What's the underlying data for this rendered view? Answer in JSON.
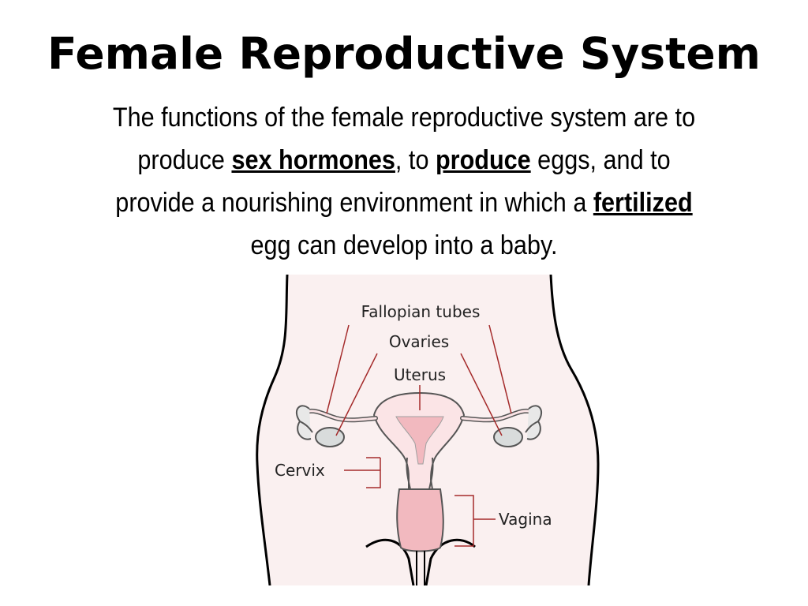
{
  "slide": {
    "title": "Female Reproductive System",
    "body": {
      "line1": "The functions of the female reproductive system are to",
      "line2_a": "produce ",
      "line2_kw1": "sex hormones",
      "line2_b": ", to ",
      "line2_kw2": "produce",
      "line2_c": " eggs, and to",
      "line3_a": "provide a nourishing environment in which a ",
      "line3_kw": "fertilized",
      "line4": "egg can develop into a baby."
    }
  },
  "diagram": {
    "labels": {
      "fallopian_tubes": "Fallopian tubes",
      "ovaries": "Ovaries",
      "uterus": "Uterus",
      "cervix": "Cervix",
      "vagina": "Vagina"
    },
    "colors": {
      "body_fill": "#faf0f0",
      "outline": "#000000",
      "organ_fill": "#fbe4e6",
      "organ_inner": "#f2b9bf",
      "ovary_fill": "#d9dcdc",
      "leader_line": "#a42a2a"
    }
  }
}
